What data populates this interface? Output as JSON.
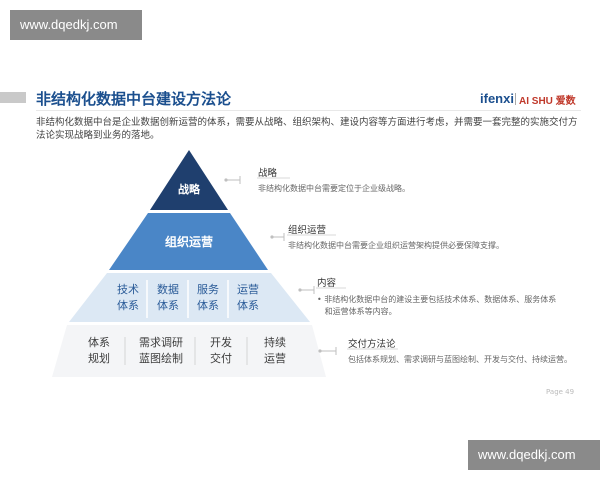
{
  "watermark": "www.dqedkj.com",
  "page": {
    "title": "非结构化数据中台建设方法论",
    "logo_left": "ifenxi",
    "logo_right": "AI SHU 爱数",
    "intro": "非结构化数据中台是企业数据创新运营的体系，需要从战略、组织架构、建设内容等方面进行考虑，并需要一套完整的实施交付方法论实现战略到业务的落地。",
    "page_number": "Page 49"
  },
  "pyramid": {
    "tier1": {
      "label": "战略"
    },
    "tier2": {
      "label": "组织运营"
    },
    "tier3": {
      "cells": [
        "技术\n体系",
        "数据\n体系",
        "服务\n体系",
        "运营\n体系"
      ]
    },
    "tier4": {
      "cells": [
        "体系\n规划",
        "需求调研\n蓝图绘制",
        "开发\n交付",
        "持续\n运营"
      ]
    }
  },
  "callouts": [
    {
      "label": "战略",
      "desc": "非结构化数据中台需要定位于企业级战略。"
    },
    {
      "label": "组织运营",
      "desc": "非结构化数据中台需要企业组织运营架构提供必要保障支撑。"
    },
    {
      "label": "内容",
      "desc": "• 非结构化数据中台的建设主要包括技术体系、数据体系、服务体系\n   和运营体系等内容。"
    },
    {
      "label": "交付方法论",
      "desc": "包括体系规划、需求调研与蓝图绘制、开发与交付、持续运营。"
    }
  ],
  "colors": {
    "tier1": "#1f3f6e",
    "tier2": "#4a86c7",
    "tier3": "#dce8f4",
    "tier4": "#f4f5f7",
    "title": "#1b4f8e",
    "connector": "#bfbfbf"
  }
}
